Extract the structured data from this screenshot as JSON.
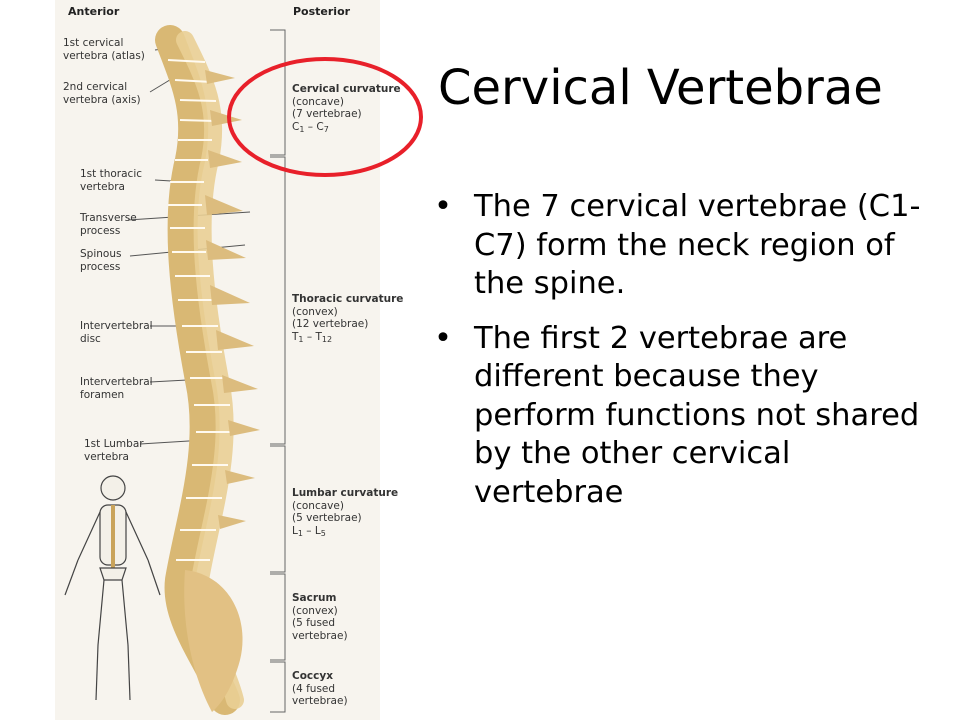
{
  "slide": {
    "title": "Cervical Vertebrae",
    "bullets": [
      "The 7 cervical vertebrae (C1-C7) form the neck region of the spine.",
      "The first 2 vertebrae are different because they perform functions not shared by the other cervical vertebrae"
    ],
    "bullet_glyph": "•"
  },
  "figure": {
    "header_anterior": "Anterior",
    "header_posterior": "Posterior",
    "left_labels": [
      [
        "1st cervical",
        "vertebra (atlas)"
      ],
      [
        "2nd cervical",
        "vertebra (axis)"
      ],
      [
        "1st thoracic",
        "vertebra"
      ],
      [
        "Transverse",
        "process"
      ],
      [
        "Spinous",
        "process"
      ],
      [
        "Intervertebral",
        "disc"
      ],
      [
        "Intervertebral",
        "foramen"
      ],
      [
        "1st Lumbar",
        "vertebra"
      ]
    ],
    "right_labels": [
      {
        "name": "Cervical curvature",
        "lines": [
          "(concave)",
          "(7 vertebrae)"
        ],
        "range_letter": "C",
        "range_from": "1",
        "range_to": "7"
      },
      {
        "name": "Thoracic curvature",
        "lines": [
          "(convex)",
          "(12 vertebrae)"
        ],
        "range_letter": "T",
        "range_from": "1",
        "range_to": "12"
      },
      {
        "name": "Lumbar curvature",
        "lines": [
          "(concave)",
          "(5 vertebrae)"
        ],
        "range_letter": "L",
        "range_from": "1",
        "range_to": "5"
      },
      {
        "name": "Sacrum",
        "lines": [
          "(convex)",
          "(5 fused",
          "vertebrae)"
        ]
      },
      {
        "name": "Coccyx",
        "lines": [
          "(4 fused",
          "vertebrae)"
        ]
      }
    ],
    "highlight_color": "#e8202a",
    "bone_color": "#e9cf95"
  }
}
